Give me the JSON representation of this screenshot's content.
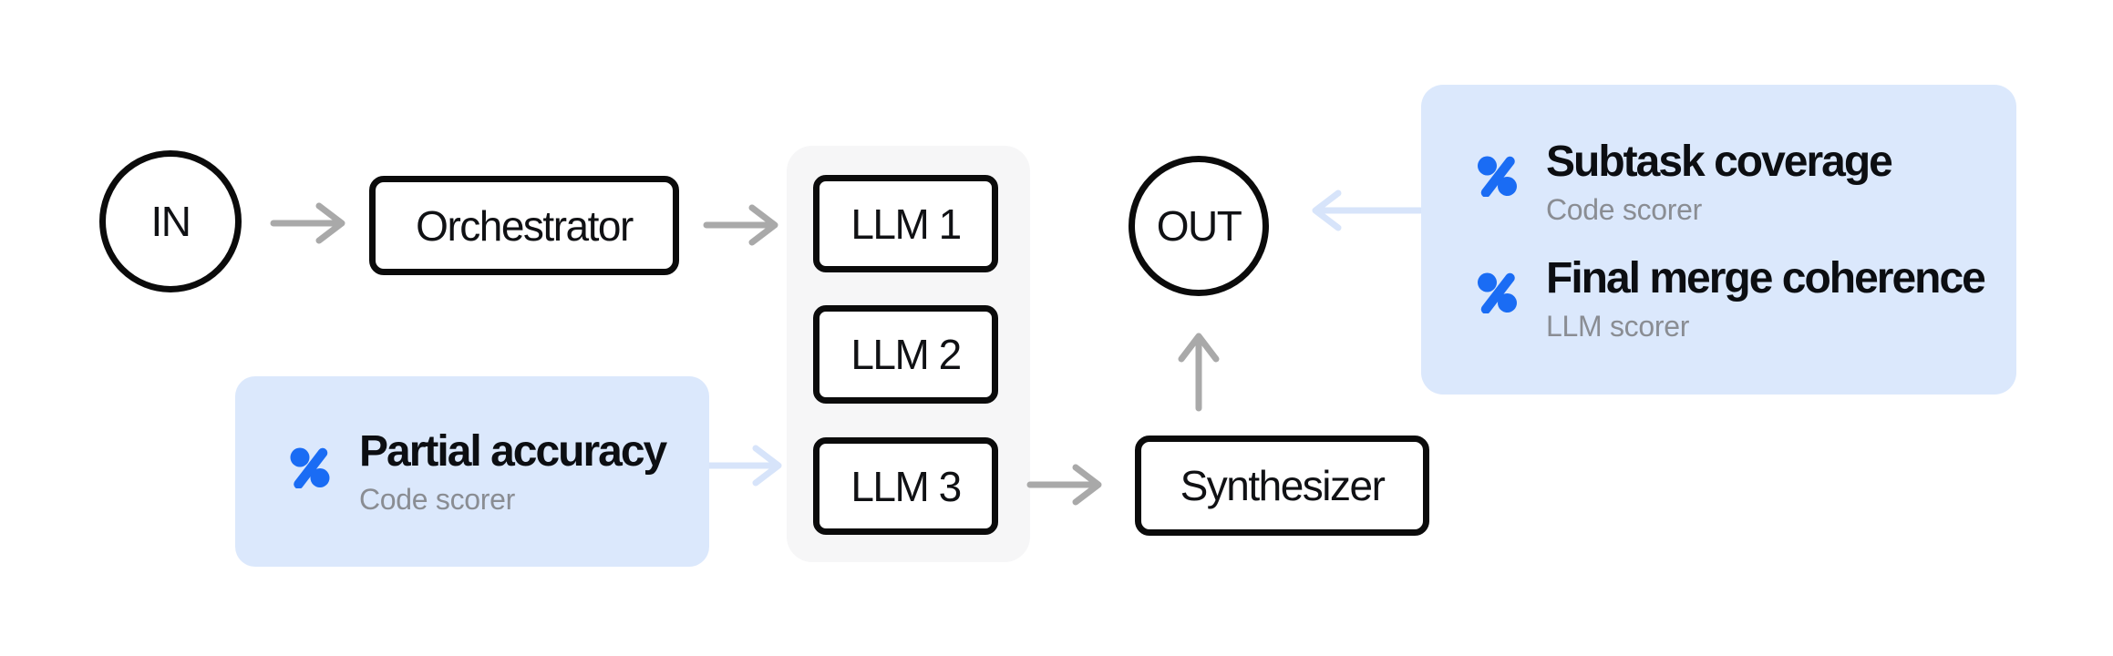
{
  "colors": {
    "background": "#ffffff",
    "node_border": "#0b0b0b",
    "node_fill": "#ffffff",
    "group_fill": "#f6f6f7",
    "callout_fill": "#dbe8fc",
    "accent_blue": "#1a6cf4",
    "arrow_gray": "#a9a9a9",
    "arrow_blue": "#d7e4fa",
    "title_text": "#0c0e12",
    "subtitle_text": "#8a8d93",
    "label_text": "#101114"
  },
  "nodes": {
    "input": {
      "label": "IN"
    },
    "orchestrator": {
      "label": "Orchestrator"
    },
    "llms": [
      {
        "label": "LLM 1"
      },
      {
        "label": "LLM 2"
      },
      {
        "label": "LLM 3"
      }
    ],
    "synthesizer": {
      "label": "Synthesizer"
    },
    "output": {
      "label": "OUT"
    }
  },
  "callouts": {
    "partial": {
      "icon": "percent-scorer-icon",
      "title": "Partial accuracy",
      "subtitle": "Code scorer"
    },
    "output_scorers": [
      {
        "icon": "percent-scorer-icon",
        "title": "Subtask coverage",
        "subtitle": "Code scorer"
      },
      {
        "icon": "percent-scorer-icon",
        "title": "Final merge coherence",
        "subtitle": "LLM scorer"
      }
    ]
  }
}
